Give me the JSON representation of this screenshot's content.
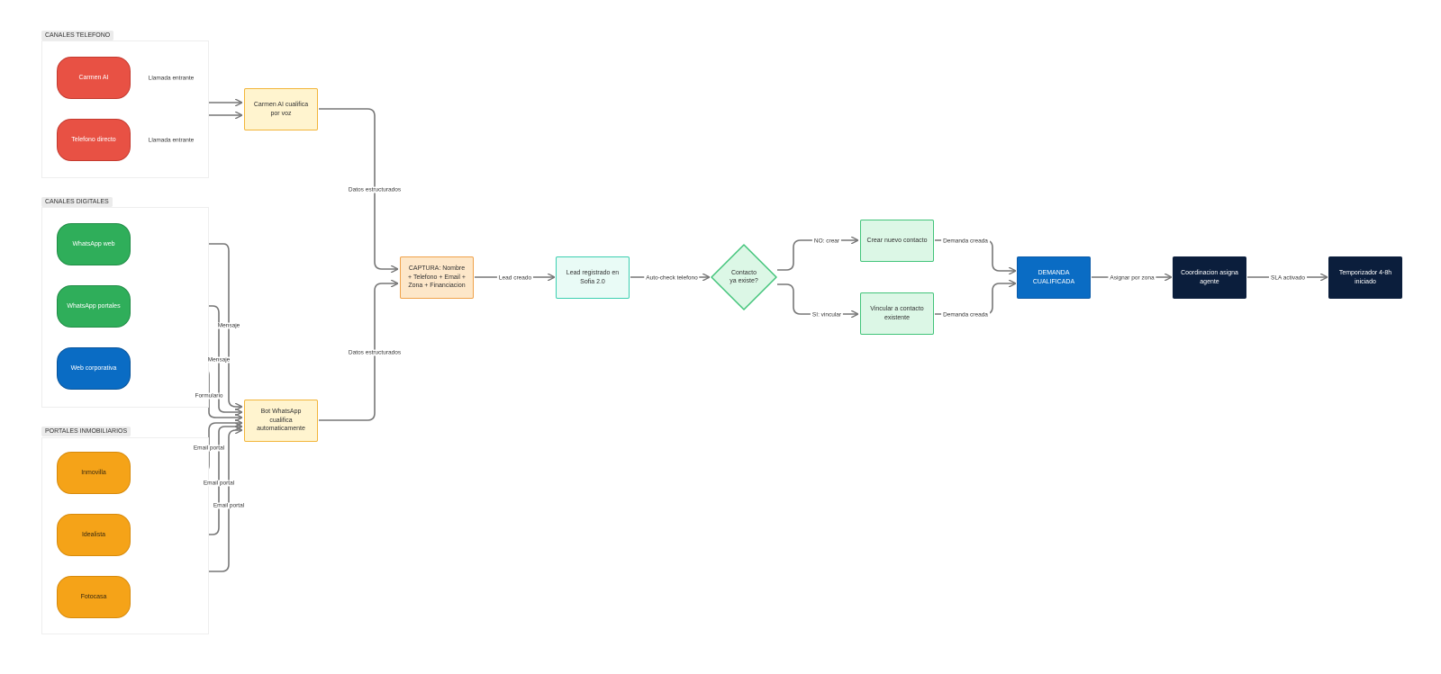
{
  "groups": {
    "telefono": "CANALES TELEFONO",
    "digitales": "CANALES DIGITALES",
    "portales": "PORTALES INMOBILIARIOS"
  },
  "nodes": {
    "carmen_ai": "Carmen AI",
    "telefono_directo": "Telefono directo",
    "whatsapp_web": "WhatsApp web",
    "whatsapp_portales": "WhatsApp portales",
    "web_corporativa": "Web corporativa",
    "inmovilla": "Inmovilla",
    "idealista": "Idealista",
    "fotocasa": "Fotocasa",
    "carmen_cualifica": "Carmen AI cualifica por voz",
    "bot_cualifica": "Bot WhatsApp cualifica automaticamente",
    "captura": "CAPTURA: Nombre + Telefono + Email + Zona + Financiacion",
    "lead_registrado": "Lead registrado en Sofia 2.0",
    "contacto_existe": "Contacto ya existe?",
    "crear_contacto": "Crear nuevo contacto",
    "vincular_contacto": "Vincular a contacto existente",
    "demanda_cualificada": "DEMANDA CUALIFICADA",
    "coordinacion": "Coordinacion asigna agente",
    "temporizador": "Temporizador 4-8h iniciado"
  },
  "edges": {
    "llamada_1": "Llamada entrante",
    "llamada_2": "Llamada entrante",
    "datos_1": "Datos estructurados",
    "datos_2": "Datos estructurados",
    "mensaje_1": "Mensaje",
    "mensaje_2": "Mensaje",
    "formulario": "Formulario",
    "email_1": "Email portal",
    "email_2": "Email portal",
    "email_3": "Email portal",
    "lead_creado": "Lead creado",
    "auto_check": "Auto-check telefono",
    "no_crear": "NO: crear",
    "si_vincular": "SI: vincular",
    "demanda_1": "Demanda creada",
    "demanda_2": "Demanda creada",
    "asignar": "Asignar por zona",
    "sla": "SLA activado"
  },
  "colors": {
    "edge": "#777777",
    "red": "#e85144",
    "green": "#2fae5a",
    "blue": "#0a6cc4",
    "orange": "#f5a318",
    "navy": "#0b1e3c"
  }
}
